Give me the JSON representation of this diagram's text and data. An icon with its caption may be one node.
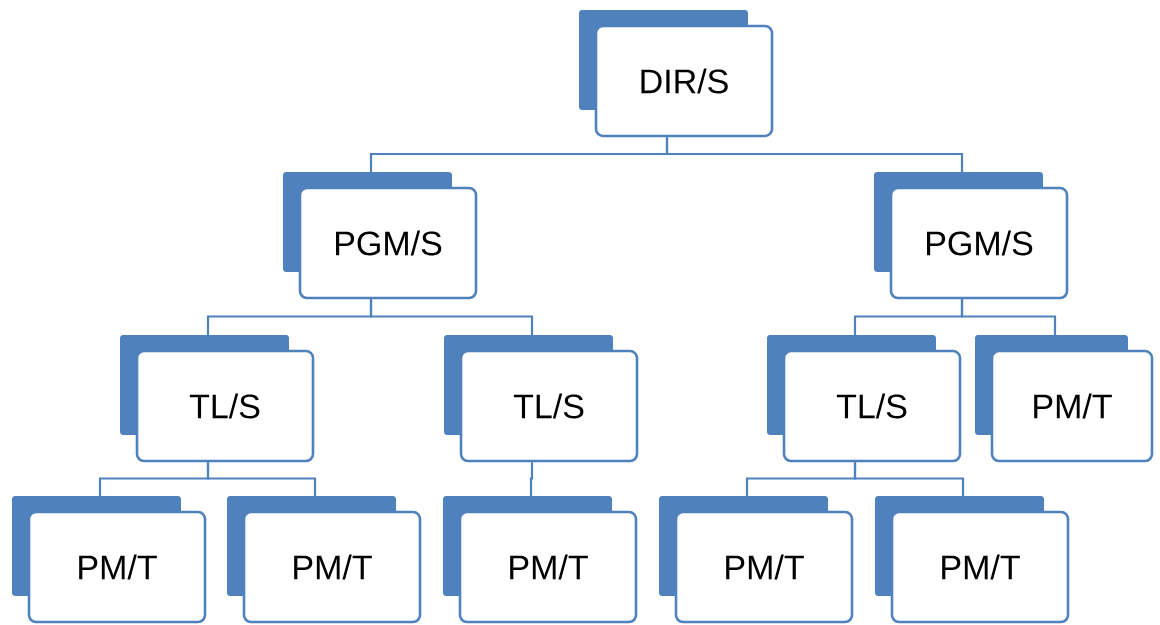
{
  "diagram": {
    "nodes": [
      {
        "text": [
          "DIR/S"
        ]
      },
      {
        "text": [
          "PGM/S"
        ]
      },
      {
        "text": [
          "PGM/S"
        ]
      },
      {
        "text": [
          "TL/S"
        ]
      },
      {
        "text": [
          "TL/S"
        ]
      },
      {
        "text": [
          "TL/S"
        ]
      },
      {
        "text": [
          "PM/T"
        ]
      },
      {
        "text": [
          "PM/T"
        ]
      },
      {
        "text": [
          "PM/T"
        ]
      },
      {
        "text": [
          "PM/T"
        ]
      },
      {
        "text": [
          "PM/T"
        ]
      },
      {
        "text": [
          "PM/T"
        ]
      }
    ],
    "edges": [
      {
        "from": 0,
        "to": 1,
        "arrow": "none"
      },
      {
        "from": 0,
        "to": 2,
        "arrow": "none"
      },
      {
        "from": 1,
        "to": 3,
        "arrow": "none"
      },
      {
        "from": 1,
        "to": 4,
        "arrow": "none"
      },
      {
        "from": 2,
        "to": 5,
        "arrow": "none"
      },
      {
        "from": 2,
        "to": 6,
        "arrow": "none"
      },
      {
        "from": 3,
        "to": 7,
        "arrow": "none"
      },
      {
        "from": 3,
        "to": 8,
        "arrow": "none"
      },
      {
        "from": 4,
        "to": 9,
        "arrow": "none"
      },
      {
        "from": 5,
        "to": 10,
        "arrow": "none"
      },
      {
        "from": 5,
        "to": 11,
        "arrow": "none"
      }
    ]
  }
}
